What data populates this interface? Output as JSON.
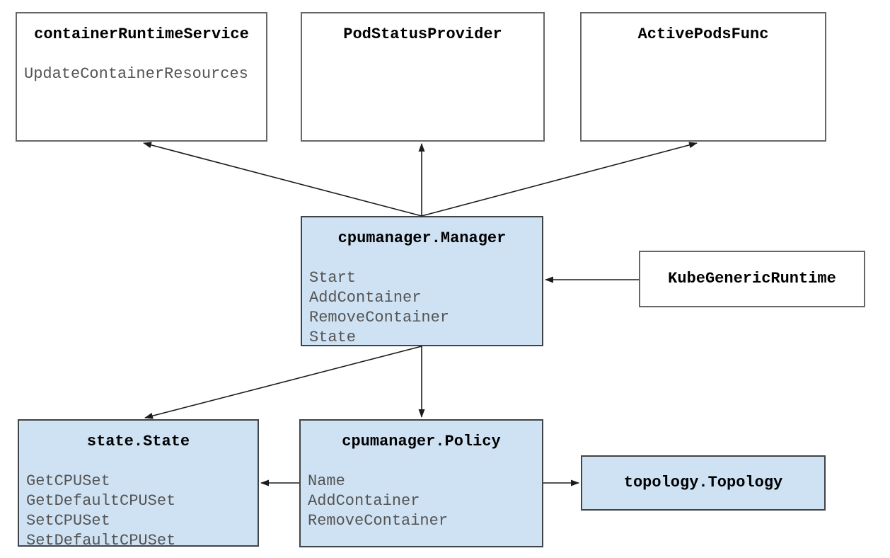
{
  "diagram": {
    "boxes": {
      "container_runtime_service": {
        "title": "containerRuntimeService",
        "methods": [
          "UpdateContainerResources"
        ]
      },
      "pod_status_provider": {
        "title": "PodStatusProvider",
        "methods": []
      },
      "active_pods_func": {
        "title": "ActivePodsFunc",
        "methods": []
      },
      "cpumanager_manager": {
        "title": "cpumanager.Manager",
        "methods": [
          "Start",
          "AddContainer",
          "RemoveContainer",
          "State"
        ]
      },
      "kube_generic_runtime": {
        "title": "KubeGenericRuntime",
        "methods": []
      },
      "state_state": {
        "title": "state.State",
        "methods": [
          "GetCPUSet",
          "GetDefaultCPUSet",
          "SetCPUSet",
          "SetDefaultCPUSet"
        ]
      },
      "cpumanager_policy": {
        "title": "cpumanager.Policy",
        "methods": [
          "Name",
          "AddContainer",
          "RemoveContainer"
        ]
      },
      "topology_topology": {
        "title": "topology.Topology",
        "methods": []
      }
    },
    "edges": [
      {
        "from": "cpumanager.Manager",
        "to": "containerRuntimeService"
      },
      {
        "from": "cpumanager.Manager",
        "to": "PodStatusProvider"
      },
      {
        "from": "cpumanager.Manager",
        "to": "ActivePodsFunc"
      },
      {
        "from": "KubeGenericRuntime",
        "to": "cpumanager.Manager"
      },
      {
        "from": "cpumanager.Manager",
        "to": "state.State"
      },
      {
        "from": "cpumanager.Manager",
        "to": "cpumanager.Policy"
      },
      {
        "from": "cpumanager.Policy",
        "to": "state.State"
      },
      {
        "from": "cpumanager.Policy",
        "to": "topology.Topology"
      }
    ],
    "colors": {
      "highlight_fill": "#cfe2f3",
      "plain_fill": "#ffffff",
      "highlight_border": "#3f4448",
      "plain_border": "#666666",
      "title_text": "#000000",
      "method_text": "#545454",
      "arrow": "#1c1c1c",
      "background": "#ffffff"
    }
  }
}
